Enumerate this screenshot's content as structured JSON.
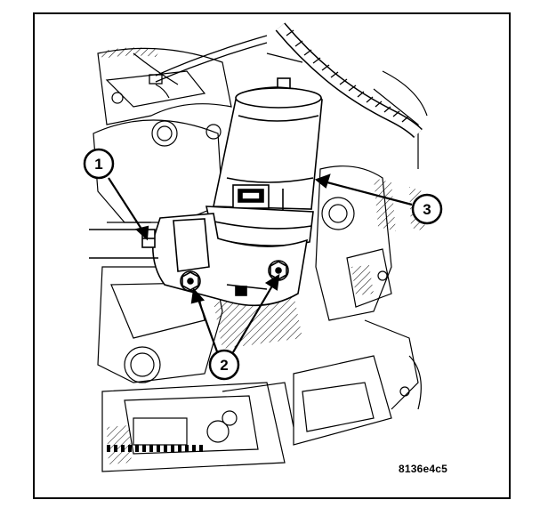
{
  "figure": {
    "id": "8136e4c5",
    "callouts": [
      {
        "number": "1"
      },
      {
        "number": "2"
      },
      {
        "number": "3"
      }
    ]
  }
}
